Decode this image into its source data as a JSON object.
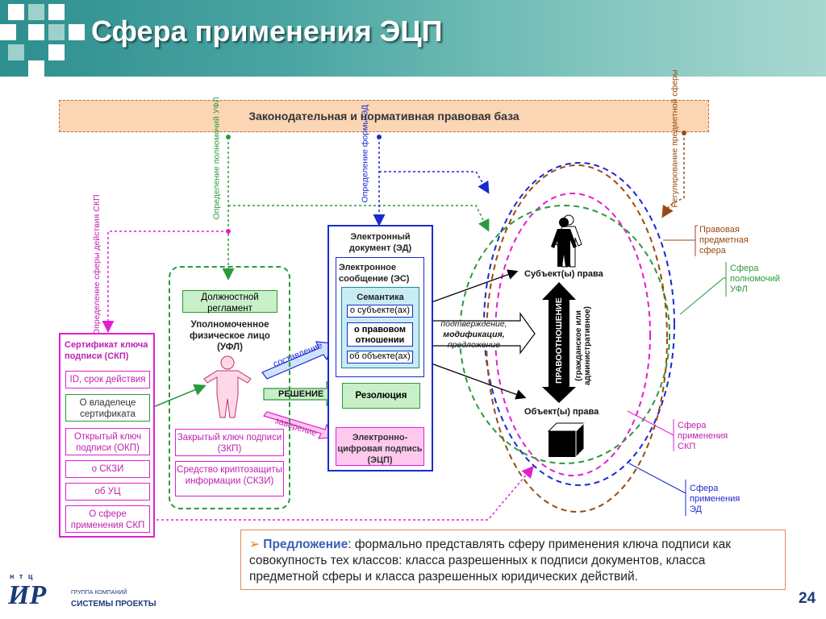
{
  "slide": {
    "title": "Сфера применения ЭЦП",
    "page_number": "24"
  },
  "legal_base": "Законодательная и нормативная правовая база",
  "vertical_labels": {
    "def_sphere_skp": "Определение сферы действия СКП",
    "def_ufl": "Определение полномочий УФЛ",
    "def_form_ed": "Определение формы ЭД",
    "reg_subject": "Регулирование предметной сферы"
  },
  "certificate": {
    "title": "Сертификат ключа подписи (СКП)",
    "items": [
      "ID, срок действия",
      "О владелеце сертификата",
      "Открытый ключ подписи (ОКП)",
      "о СКЗИ",
      "об УЦ",
      "О сфере применения СКП"
    ]
  },
  "ufl": {
    "regulation": "Должностной регламент",
    "person": "Уполномоченное физическое лицо (УФЛ)",
    "private_key": "Закрытый ключ подписи (ЗКП)",
    "crypto": "Средство криптозащиты информации (СКЗИ)"
  },
  "arrows": {
    "compose": "составление",
    "decision": "РЕШЕНИЕ",
    "certify": "заверение"
  },
  "ed": {
    "title": "Электронный документ (ЭД)",
    "es_title": "Электронное сообщение (ЭС)",
    "semantics": "Семантика",
    "about_subject": "о субъекте(ах)",
    "about_relation": "о правовом отношении",
    "about_object": "об объекте(ах)",
    "resolution": "Резолюция",
    "eds": "Электронно-цифровая подпись (ЭЦП)"
  },
  "relation": {
    "actions_1": "подтверждение,",
    "actions_2": "модификация,",
    "actions_3": "предложение",
    "subjects": "Субъект(ы) права",
    "objects": "Объект(ы) права",
    "legal_relation": "ПРАВООТНОШЕНИЕ",
    "legal_relation_sub": "(гражданское или административное)"
  },
  "legend": {
    "legal_subject": "Правовая предметная сфера",
    "ufl_sphere": "Сфера полномочий УФЛ",
    "skp_sphere": "Сфера применения СКП",
    "ed_sphere": "Сфера применения ЭД"
  },
  "proposal": {
    "label": "Предложение",
    "colon": ":",
    "text": " формально представлять сферу применения ключа подписи как совокупность тех классов: класса разрешенных к подписи документов, класса предметной сферы и класса разрешенных юридических действий."
  },
  "logo": {
    "ntc": "н т ц",
    "group": "ГРУППА КОМПАНИЙ",
    "name": "СИСТЕМЫ ПРОЕКТЫ"
  },
  "colors": {
    "magenta": "#e020d0",
    "green": "#2a9a3a",
    "blue": "#1a2ad0",
    "brown": "#9a4a10",
    "teal": "#3a9a96"
  }
}
